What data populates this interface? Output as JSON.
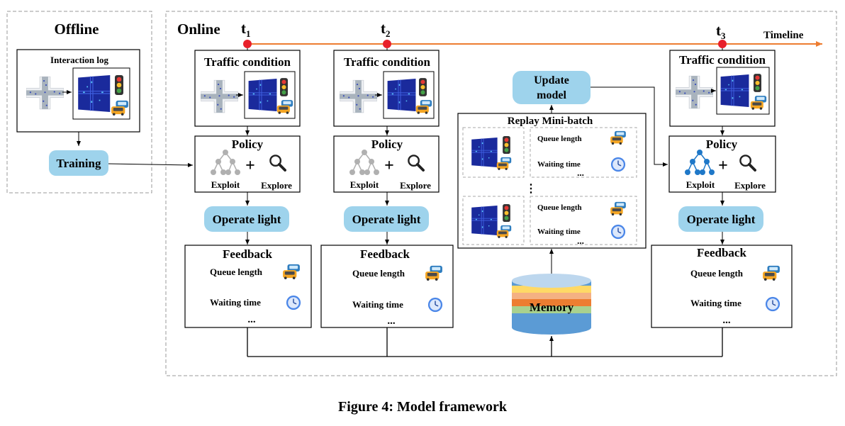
{
  "offline": {
    "title": "Offline",
    "log_label": "Interaction log",
    "training_label": "Training"
  },
  "online": {
    "title": "Online",
    "timeline_label": "Timeline",
    "t1": "t",
    "t1_sub": "1",
    "t2": "t",
    "t2_sub": "2",
    "t3": "t",
    "t3_sub": "3"
  },
  "columns": [
    {
      "traffic_label": "Traffic condition",
      "policy_label": "Policy",
      "plus": "+",
      "exploit_label": "Exploit",
      "explore_label": "Explore",
      "operate_label": "Operate light",
      "feedback_label": "Feedback",
      "queue_label": "Queue length",
      "waiting_label": "Waiting time",
      "ellipsis": "..."
    },
    {
      "traffic_label": "Traffic condition",
      "policy_label": "Policy",
      "plus": "+",
      "exploit_label": "Exploit",
      "explore_label": "Explore",
      "operate_label": "Operate light",
      "feedback_label": "Feedback",
      "queue_label": "Queue length",
      "waiting_label": "Waiting time",
      "ellipsis": "..."
    },
    {
      "traffic_label": "Traffic condition",
      "policy_label": "Policy",
      "plus": "+",
      "exploit_label": "Exploit",
      "explore_label": "Explore",
      "operate_label": "Operate light",
      "feedback_label": "Feedback",
      "queue_label": "Queue length",
      "waiting_label": "Waiting time",
      "ellipsis": "..."
    }
  ],
  "replay": {
    "update_label_line1": "Update",
    "update_label_line2": "model",
    "title": "Replay Mini-batch",
    "queue_label": "Queue length",
    "waiting_label": "Waiting time",
    "ellipsis": "...",
    "vertical_ellipsis": "⋮",
    "memory_label": "Memory"
  },
  "caption": "Figure 4: Model framework",
  "colors": {
    "pill": "#9ed3ec",
    "timeline": "#ed7d31",
    "time_dot": "#e8202a",
    "node_blue": "#1f78c8",
    "node_gray": "#b0b0b0",
    "grid_dark": "#1a2a9c",
    "dashed": "#999999"
  }
}
